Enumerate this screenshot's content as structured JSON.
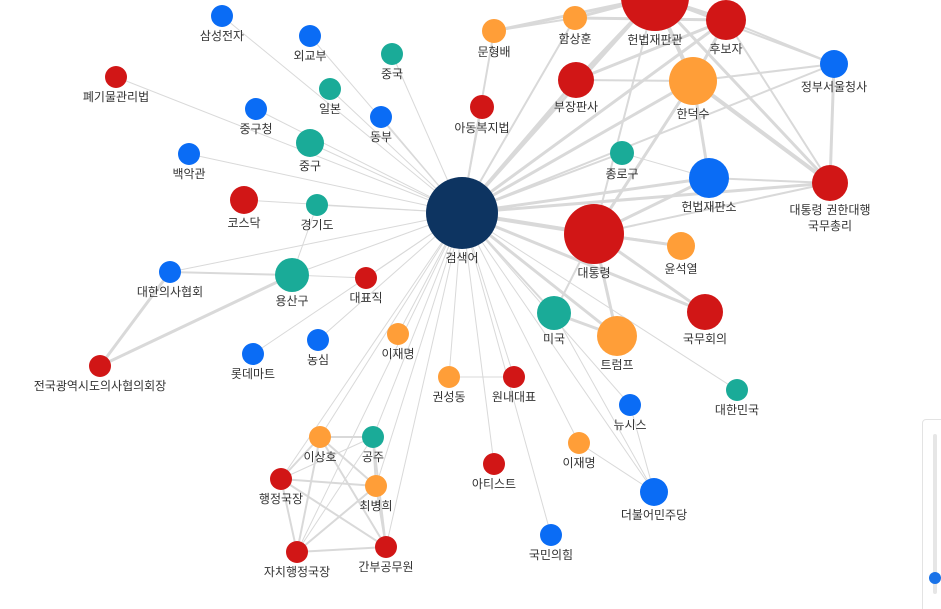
{
  "graph": {
    "colors": {
      "hub": "#0d3461",
      "blue": "#0a6cf5",
      "red": "#d11616",
      "orange": "#ff9e38",
      "teal": "#1aab98",
      "edge": "#d9d9d9"
    },
    "nodes": [
      {
        "id": "검색어",
        "label": "검색어",
        "color": "hub",
        "size": 36
      },
      {
        "id": "헌법재판관",
        "label": "헌법재판관",
        "color": "red",
        "size": 34
      },
      {
        "id": "후보자",
        "label": "후보자",
        "color": "red",
        "size": 20
      },
      {
        "id": "문형배",
        "label": "문형배",
        "color": "orange",
        "size": 12
      },
      {
        "id": "함상훈",
        "label": "함상훈",
        "color": "orange",
        "size": 12
      },
      {
        "id": "한덕수",
        "label": "한덕수",
        "color": "orange",
        "size": 24
      },
      {
        "id": "부장판사",
        "label": "부장판사",
        "color": "red",
        "size": 18
      },
      {
        "id": "아동복지법",
        "label": "아동복지법",
        "color": "red",
        "size": 12
      },
      {
        "id": "정부서울청사",
        "label": "정부서울청사",
        "color": "blue",
        "size": 14
      },
      {
        "id": "종로구",
        "label": "종로구",
        "color": "teal",
        "size": 12
      },
      {
        "id": "헌법재판소",
        "label": "헌법재판소",
        "color": "blue",
        "size": 20
      },
      {
        "id": "대통령권한대행",
        "label": "대통령 권한대행\n국무총리",
        "color": "red",
        "size": 18
      },
      {
        "id": "대통령",
        "label": "대통령",
        "color": "red",
        "size": 30
      },
      {
        "id": "윤석열",
        "label": "윤석열",
        "color": "orange",
        "size": 14
      },
      {
        "id": "국무회의",
        "label": "국무회의",
        "color": "red",
        "size": 18
      },
      {
        "id": "미국",
        "label": "미국",
        "color": "teal",
        "size": 17
      },
      {
        "id": "트럼프",
        "label": "트럼프",
        "color": "orange",
        "size": 20
      },
      {
        "id": "대한민국",
        "label": "대한민국",
        "color": "teal",
        "size": 11
      },
      {
        "id": "뉴시스",
        "label": "뉴시스",
        "color": "blue",
        "size": 11
      },
      {
        "id": "이재명1",
        "label": "이재명",
        "color": "orange",
        "size": 11
      },
      {
        "id": "더불어민주당",
        "label": "더불어민주당",
        "color": "blue",
        "size": 14
      },
      {
        "id": "국민의힘",
        "label": "국민의힘",
        "color": "blue",
        "size": 11
      },
      {
        "id": "아티스트",
        "label": "아티스트",
        "color": "red",
        "size": 11
      },
      {
        "id": "원내대표",
        "label": "원내대표",
        "color": "red",
        "size": 11
      },
      {
        "id": "권성동",
        "label": "권성동",
        "color": "orange",
        "size": 11
      },
      {
        "id": "이재명2",
        "label": "이재명",
        "color": "orange",
        "size": 11
      },
      {
        "id": "대표직",
        "label": "대표직",
        "color": "red",
        "size": 11
      },
      {
        "id": "용산구",
        "label": "용산구",
        "color": "teal",
        "size": 17
      },
      {
        "id": "농심",
        "label": "농심",
        "color": "blue",
        "size": 11
      },
      {
        "id": "롯데마트",
        "label": "롯데마트",
        "color": "blue",
        "size": 11
      },
      {
        "id": "대한의사협회",
        "label": "대한의사협회",
        "color": "blue",
        "size": 11
      },
      {
        "id": "전국광역시도의사협의회장",
        "label": "전국광역시도의사협의회장",
        "color": "red",
        "size": 11
      },
      {
        "id": "코스닥",
        "label": "코스닥",
        "color": "red",
        "size": 14
      },
      {
        "id": "경기도",
        "label": "경기도",
        "color": "teal",
        "size": 11
      },
      {
        "id": "백악관",
        "label": "백악관",
        "color": "blue",
        "size": 11
      },
      {
        "id": "중구청",
        "label": "중구청",
        "color": "blue",
        "size": 11
      },
      {
        "id": "중구",
        "label": "중구",
        "color": "teal",
        "size": 14
      },
      {
        "id": "폐기물관리법",
        "label": "폐기물관리법",
        "color": "red",
        "size": 11
      },
      {
        "id": "삼성전자",
        "label": "삼성전자",
        "color": "blue",
        "size": 11
      },
      {
        "id": "외교부",
        "label": "외교부",
        "color": "blue",
        "size": 11
      },
      {
        "id": "일본",
        "label": "일본",
        "color": "teal",
        "size": 11
      },
      {
        "id": "중국",
        "label": "중국",
        "color": "teal",
        "size": 11
      },
      {
        "id": "동부",
        "label": "동부",
        "color": "blue",
        "size": 11
      },
      {
        "id": "이상호",
        "label": "이상호",
        "color": "orange",
        "size": 11
      },
      {
        "id": "공주",
        "label": "공주",
        "color": "teal",
        "size": 11
      },
      {
        "id": "행정국장",
        "label": "행정국장",
        "color": "red",
        "size": 11
      },
      {
        "id": "최병희",
        "label": "최병희",
        "color": "orange",
        "size": 11
      },
      {
        "id": "자치행정국장",
        "label": "자치행정국장",
        "color": "red",
        "size": 11
      },
      {
        "id": "간부공무원",
        "label": "간부공무원",
        "color": "red",
        "size": 11
      }
    ],
    "edges": [
      [
        "검색어",
        "헌법재판관",
        3
      ],
      [
        "검색어",
        "후보자",
        3
      ],
      [
        "검색어",
        "문형배",
        2
      ],
      [
        "검색어",
        "함상훈",
        2
      ],
      [
        "검색어",
        "한덕수",
        3
      ],
      [
        "검색어",
        "부장판사",
        3
      ],
      [
        "검색어",
        "아동복지법",
        1
      ],
      [
        "검색어",
        "정부서울청사",
        2
      ],
      [
        "검색어",
        "종로구",
        2
      ],
      [
        "검색어",
        "헌법재판소",
        3
      ],
      [
        "검색어",
        "대통령권한대행",
        3
      ],
      [
        "검색어",
        "대통령",
        4
      ],
      [
        "검색어",
        "윤석열",
        2
      ],
      [
        "검색어",
        "국무회의",
        3
      ],
      [
        "검색어",
        "미국",
        2
      ],
      [
        "검색어",
        "트럼프",
        3
      ],
      [
        "검색어",
        "대한민국",
        1
      ],
      [
        "검색어",
        "뉴시스",
        1
      ],
      [
        "검색어",
        "이재명1",
        1
      ],
      [
        "검색어",
        "더불어민주당",
        1
      ],
      [
        "검색어",
        "국민의힘",
        1
      ],
      [
        "검색어",
        "아티스트",
        1
      ],
      [
        "검색어",
        "원내대표",
        1
      ],
      [
        "검색어",
        "권성동",
        1
      ],
      [
        "검색어",
        "이재명2",
        1
      ],
      [
        "검색어",
        "대표직",
        1
      ],
      [
        "검색어",
        "용산구",
        1
      ],
      [
        "검색어",
        "농심",
        1
      ],
      [
        "검색어",
        "롯데마트",
        1
      ],
      [
        "검색어",
        "대한의사협회",
        1
      ],
      [
        "검색어",
        "코스닥",
        1
      ],
      [
        "검색어",
        "경기도",
        1
      ],
      [
        "검색어",
        "백악관",
        1
      ],
      [
        "검색어",
        "중구청",
        1
      ],
      [
        "검색어",
        "중구",
        1
      ],
      [
        "검색어",
        "폐기물관리법",
        1
      ],
      [
        "검색어",
        "삼성전자",
        1
      ],
      [
        "검색어",
        "외교부",
        1
      ],
      [
        "검색어",
        "일본",
        1
      ],
      [
        "검색어",
        "중국",
        1
      ],
      [
        "검색어",
        "동부",
        1
      ],
      [
        "검색어",
        "이상호",
        1
      ],
      [
        "검색어",
        "공주",
        1
      ],
      [
        "검색어",
        "행정국장",
        1
      ],
      [
        "검색어",
        "최병희",
        1
      ],
      [
        "검색어",
        "자치행정국장",
        1
      ],
      [
        "검색어",
        "간부공무원",
        1
      ],
      [
        "헌법재판관",
        "후보자",
        4
      ],
      [
        "헌법재판관",
        "문형배",
        3
      ],
      [
        "헌법재판관",
        "함상훈",
        3
      ],
      [
        "헌법재판관",
        "한덕수",
        4
      ],
      [
        "헌법재판관",
        "부장판사",
        3
      ],
      [
        "헌법재판관",
        "대통령권한대행",
        3
      ],
      [
        "헌법재판관",
        "정부서울청사",
        2
      ],
      [
        "후보자",
        "함상훈",
        3
      ],
      [
        "후보자",
        "한덕수",
        3
      ],
      [
        "후보자",
        "부장판사",
        3
      ],
      [
        "후보자",
        "정부서울청사",
        2
      ],
      [
        "후보자",
        "대통령권한대행",
        2
      ],
      [
        "문형배",
        "함상훈",
        2
      ],
      [
        "한덕수",
        "대통령권한대행",
        4
      ],
      [
        "한덕수",
        "정부서울청사",
        2
      ],
      [
        "한덕수",
        "헌법재판소",
        3
      ],
      [
        "한덕수",
        "부장판사",
        2
      ],
      [
        "한덕수",
        "대통령",
        3
      ],
      [
        "정부서울청사",
        "대통령권한대행",
        3
      ],
      [
        "헌법재판소",
        "대통령권한대행",
        2
      ],
      [
        "헌법재판소",
        "대통령",
        3
      ],
      [
        "대통령",
        "윤석열",
        3
      ],
      [
        "대통령",
        "국무회의",
        3
      ],
      [
        "대통령",
        "트럼프",
        3
      ],
      [
        "대통령",
        "미국",
        2
      ],
      [
        "대통령",
        "헌법재판관",
        2
      ],
      [
        "미국",
        "트럼프",
        3
      ],
      [
        "대통령권한대행",
        "대통령",
        2
      ],
      [
        "종로구",
        "헌법재판소",
        1
      ],
      [
        "더불어민주당",
        "이재명1",
        1
      ],
      [
        "더불어민주당",
        "미국",
        1
      ],
      [
        "더불어민주당",
        "뉴시스",
        1
      ],
      [
        "원내대표",
        "권성동",
        1
      ],
      [
        "용산구",
        "대한의사협회",
        2
      ],
      [
        "용산구",
        "전국광역시도의사협의회장",
        3
      ],
      [
        "대한의사협회",
        "전국광역시도의사협의회장",
        3
      ],
      [
        "용산구",
        "경기도",
        1
      ],
      [
        "용산구",
        "대표직",
        1
      ],
      [
        "이상호",
        "공주",
        2
      ],
      [
        "이상호",
        "행정국장",
        2
      ],
      [
        "이상호",
        "최병희",
        2
      ],
      [
        "이상호",
        "자치행정국장",
        2
      ],
      [
        "이상호",
        "간부공무원",
        2
      ],
      [
        "공주",
        "행정국장",
        1
      ],
      [
        "공주",
        "최병희",
        2
      ],
      [
        "공주",
        "자치행정국장",
        1
      ],
      [
        "공주",
        "간부공무원",
        2
      ],
      [
        "행정국장",
        "최병희",
        2
      ],
      [
        "행정국장",
        "자치행정국장",
        2
      ],
      [
        "행정국장",
        "간부공무원",
        2
      ],
      [
        "최병희",
        "자치행정국장",
        2
      ],
      [
        "최병희",
        "간부공무원",
        2
      ],
      [
        "자치행정국장",
        "간부공무원",
        2
      ]
    ]
  },
  "zoom": {
    "level": 0.1
  }
}
